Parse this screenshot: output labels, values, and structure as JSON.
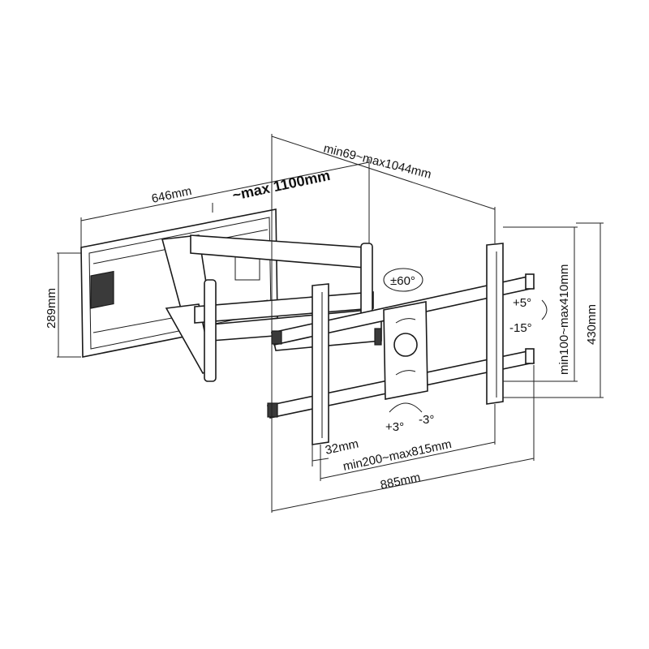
{
  "labels": {
    "arm_extension": "min69~max1044mm",
    "wall_plate_width": "646mm",
    "max_width": "~max 1100mm",
    "wall_plate_height": "289mm",
    "swivel": "±60°",
    "tilt_up": "+5°",
    "tilt_down": "-15°",
    "vertical_vesa": "min100~max410mm",
    "bracket_height": "430mm",
    "rotate_plus": "+3°",
    "rotate_minus": "-3°",
    "bracket_width": "32mm",
    "horizontal_vesa": "min200~max815mm",
    "rail_width": "885mm"
  }
}
